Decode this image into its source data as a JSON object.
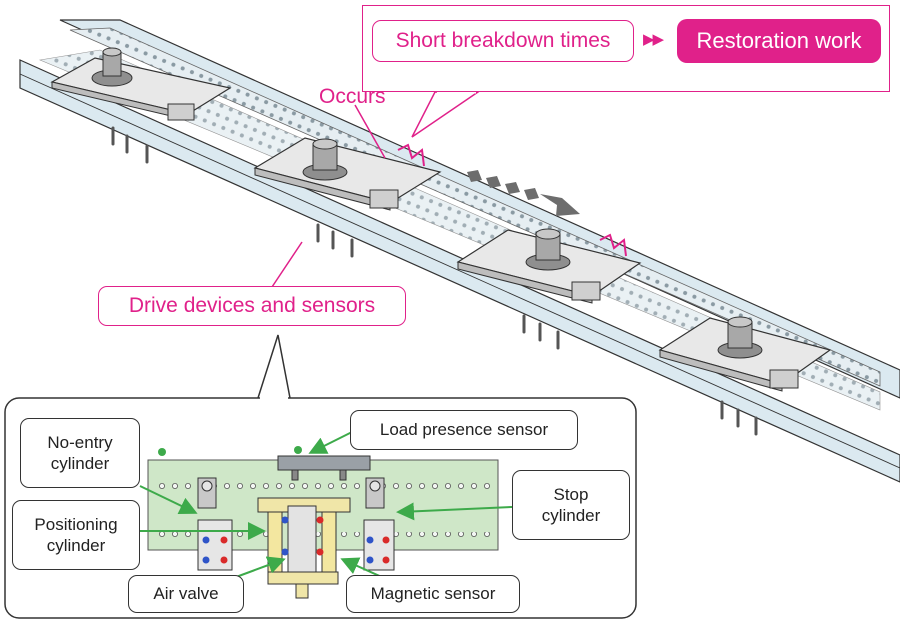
{
  "top_callout": {
    "left_label": "Short breakdown times",
    "separator": "▶▶",
    "right_label": "Restoration work"
  },
  "occurs_label": "Occurs",
  "devices_label": "Drive devices and sensors",
  "detail_labels": {
    "no_entry": "No-entry\ncylinder",
    "positioning": "Positioning\ncylinder",
    "air_valve": "Air valve",
    "load_presence": "Load presence sensor",
    "stop": "Stop\ncylinder",
    "magnetic": "Magnetic sensor"
  },
  "colors": {
    "accent": "#e0218a",
    "arrow_green": "#3daa4a",
    "conveyor_blue": "#dbe9f0",
    "detail_green": "#cfe7c8"
  }
}
